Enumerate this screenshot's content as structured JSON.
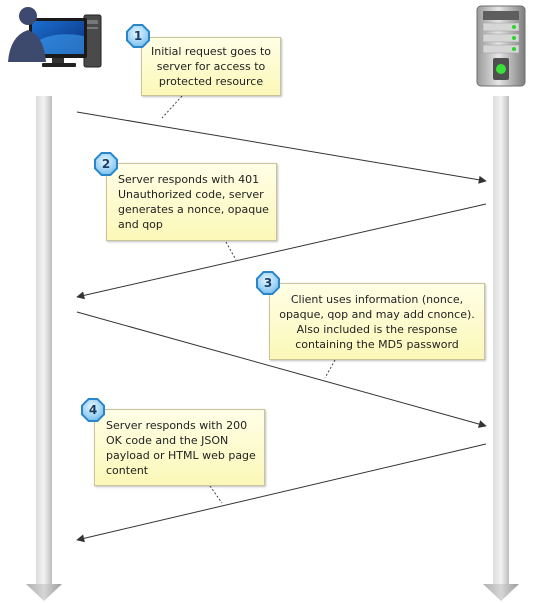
{
  "actors": {
    "client": {
      "name": "client-computer",
      "icon": "computer-user-icon"
    },
    "server": {
      "name": "server",
      "icon": "server-tower-icon"
    }
  },
  "steps": [
    {
      "number": "1",
      "direction": "client-to-server",
      "lines": [
        "Initial request goes to",
        "server for access to",
        "protected resource"
      ]
    },
    {
      "number": "2",
      "direction": "server-to-client",
      "lines": [
        "Server responds with 401",
        "Unauthorized code, server",
        "generates a nonce, opaque",
        "and qop"
      ]
    },
    {
      "number": "3",
      "direction": "client-to-server",
      "lines": [
        "Client uses information (nonce,",
        "opaque, qop and may add cnonce).",
        "Also included is the response",
        "containing the MD5 password"
      ]
    },
    {
      "number": "4",
      "direction": "server-to-client",
      "lines": [
        "Server responds with 200",
        "OK code and the JSON",
        "payload or HTML web page",
        "content"
      ]
    }
  ],
  "colors": {
    "lifeline": "#c9c9c9",
    "note_fill": "#fcf8b8",
    "badge_fill": "#6fbbea",
    "arrow": "#333333"
  }
}
